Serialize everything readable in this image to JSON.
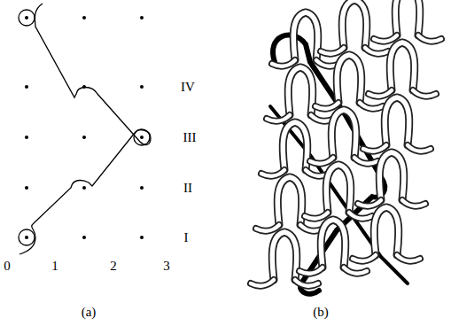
{
  "diagram": {
    "labels": [
      "IV",
      "III",
      "II",
      "I",
      "0",
      "1",
      "2",
      "3",
      "(a)",
      "(b)"
    ]
  }
}
